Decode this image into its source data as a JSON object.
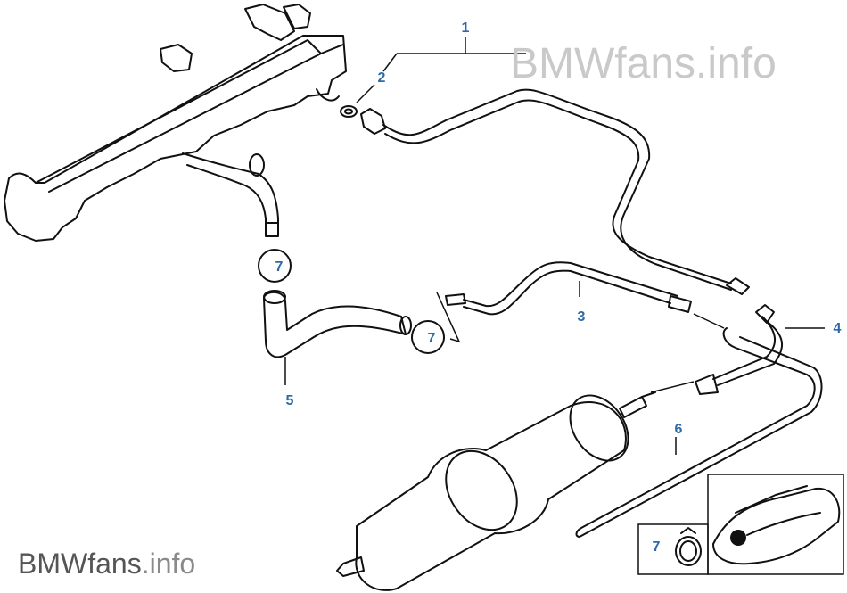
{
  "watermark": {
    "brand": "BMWfans",
    "suffix": ".info"
  },
  "callouts": {
    "c1": "1",
    "c2": "2",
    "c3": "3",
    "c4": "4",
    "c5": "5",
    "c6": "6",
    "c7a": "7",
    "c7b": "7",
    "c7c": "7"
  },
  "colors": {
    "callout": "#2d6aa6",
    "line": "#111111",
    "watermark": "#c9c9c9"
  }
}
